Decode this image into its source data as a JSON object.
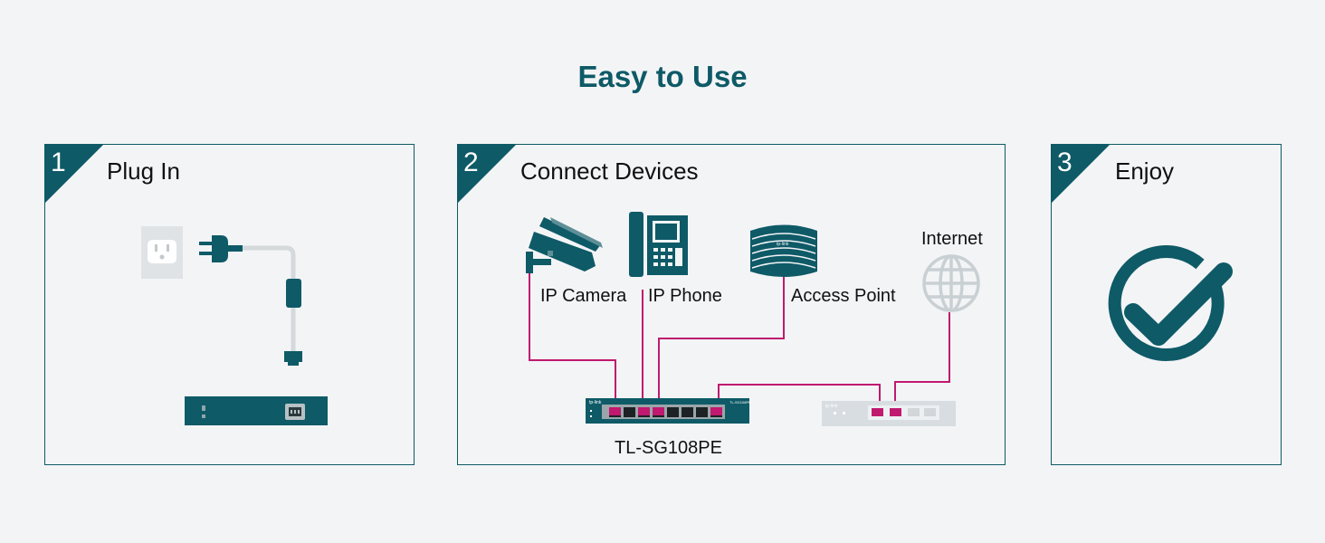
{
  "page": {
    "title": "Easy to Use"
  },
  "colors": {
    "teal": "#0e5a67",
    "magenta": "#c0196f",
    "light": "#d4d9dc",
    "background": "#f3f4f6"
  },
  "steps": [
    {
      "number": "1",
      "title": "Plug In",
      "icons": [
        "wall-outlet-icon",
        "power-plug-icon",
        "power-cable-icon",
        "switch-rear-icon"
      ]
    },
    {
      "number": "2",
      "title": "Connect Devices",
      "devices": {
        "ip_camera": "IP Camera",
        "ip_phone": "IP Phone",
        "access_point": "Access Point",
        "internet": "Internet"
      },
      "switch_label": "TL-SG108PE",
      "switch_brand": "tp-link",
      "switch_model_small": "TL-SG108PE"
    },
    {
      "number": "3",
      "title": "Enjoy",
      "icons": [
        "check-circle-icon"
      ]
    }
  ]
}
